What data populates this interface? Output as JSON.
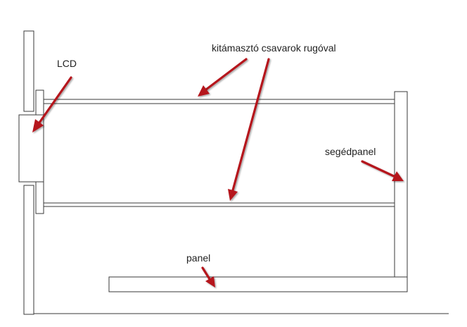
{
  "labels": {
    "lcd": "LCD",
    "screws": "kitámasztó csavarok rugóval",
    "aux_panel": "segédpanel",
    "panel": "panel"
  },
  "colors": {
    "arrow": "#b5121b",
    "outline": "#3a3a3a",
    "background": "#ffffff",
    "text": "#222222"
  }
}
